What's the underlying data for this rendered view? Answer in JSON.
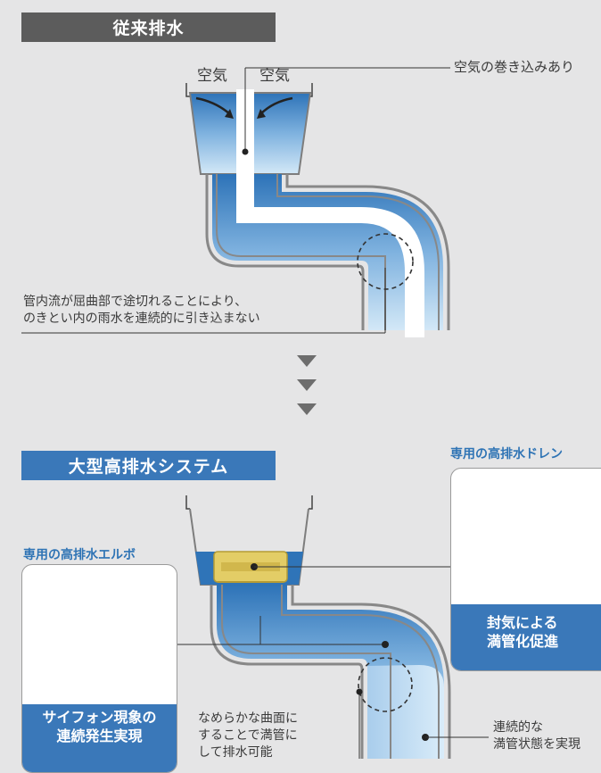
{
  "conventional": {
    "header": "従来排水",
    "air_left": "空気",
    "air_right": "空気",
    "callout_air": "空気の巻き込みあり",
    "caption_line1": "管内流が屈曲部で途切れることにより、",
    "caption_line2": "のきとい内の雨水を連続的に引き込まない"
  },
  "system": {
    "header": "大型高排水システム",
    "elbow_title": "専用の高排水エルボ",
    "elbow_label_line1": "サイフォン現象の",
    "elbow_label_line2": "連続発生実現",
    "drain_title": "専用の高排水ドレン",
    "drain_label_line1": "封気による",
    "drain_label_line2": "満管化促進",
    "curve_text_line1": "なめらかな曲面に",
    "curve_text_line2": "することで満管に",
    "curve_text_line3": "して排水可能",
    "full_pipe_line1": "連続的な",
    "full_pipe_line2": "満管状態を実現"
  },
  "colors": {
    "header_gray": "#5c5c5c",
    "header_blue": "#3a78b9",
    "water_dark": "#2d73b8",
    "water_light": "#cfe6f6",
    "pipe_gray": "#8a8a8a",
    "drain_brass": "#e4cf6a"
  }
}
